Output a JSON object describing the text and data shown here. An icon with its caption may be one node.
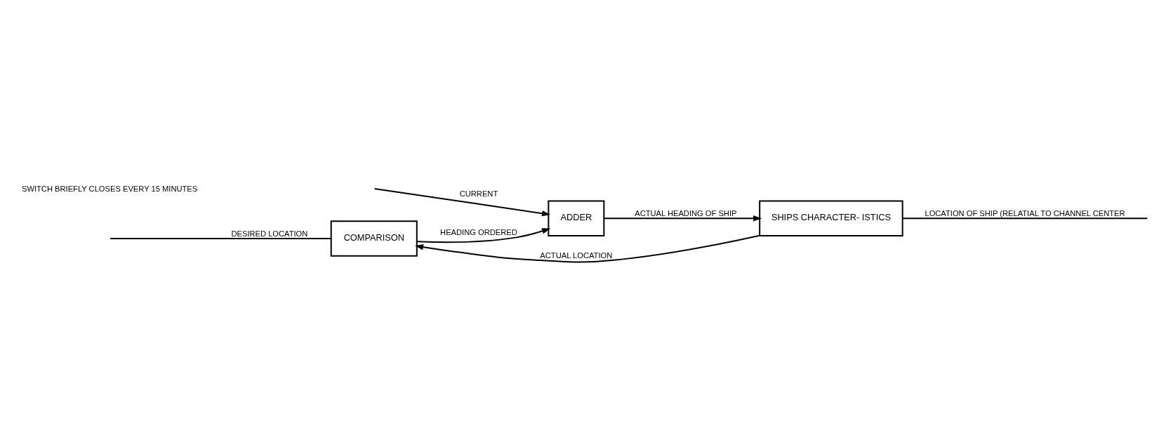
{
  "diagram": {
    "nodes": [
      {
        "text": [
          "COMPARISON"
        ]
      },
      {
        "text": [
          "ADDER"
        ]
      },
      {
        "text": [
          "SHIPS CHARACTER- ISTICS"
        ]
      }
    ],
    "edges": [
      {
        "from": null,
        "to": 0,
        "arrow": "none",
        "label": "DESIRED LOCATION"
      },
      {
        "from": 0,
        "to": 1,
        "arrow": "to",
        "label": "HEADING ORDERED"
      },
      {
        "from": null,
        "to": 1,
        "arrow": "to",
        "label": "CURRENT"
      },
      {
        "from": 1,
        "to": 2,
        "arrow": "to",
        "label": "ACTUAL HEADING OF SHIP"
      },
      {
        "from": 2,
        "to": null,
        "arrow": "none",
        "label": "LOCATION OF SHIP (RELATIAL TO CHANNEL CENTER"
      },
      {
        "from": 2,
        "to": 0,
        "arrow": "to",
        "label": "ACTUAL LOCATION"
      }
    ],
    "labels": [
      "SWITCH BRIEFLY CLOSES EVERY 15 MINUTES"
    ]
  }
}
